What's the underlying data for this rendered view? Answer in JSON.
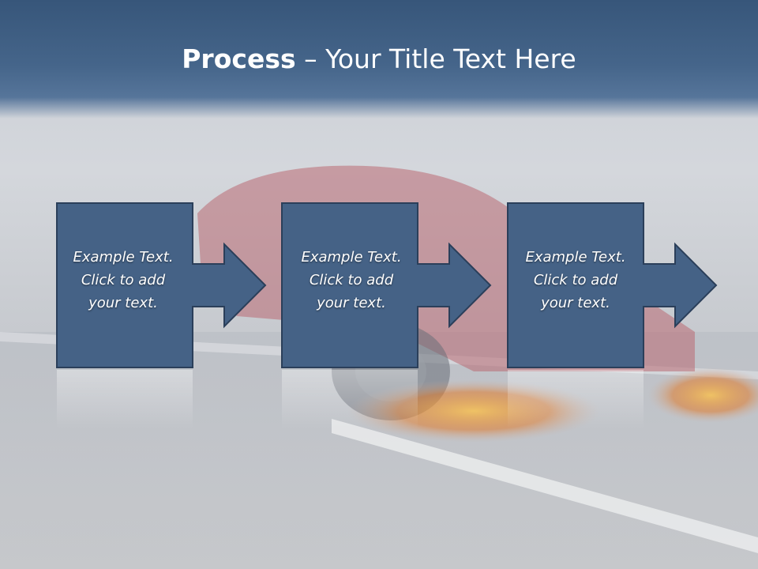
{
  "slide": {
    "title_bold": "Process",
    "title_rest": " – Your Title Text Here"
  },
  "steps": [
    {
      "line1": "Example Text.",
      "line2": "Click  to add",
      "line3": "your text."
    },
    {
      "line1": "Example Text.",
      "line2": "Click  to add",
      "line3": "your text."
    },
    {
      "line1": "Example Text.",
      "line2": "Click  to add",
      "line3": "your text."
    }
  ],
  "colors": {
    "header": "#45658a",
    "box_fill": "#456286",
    "box_border": "#2b3f5a"
  }
}
